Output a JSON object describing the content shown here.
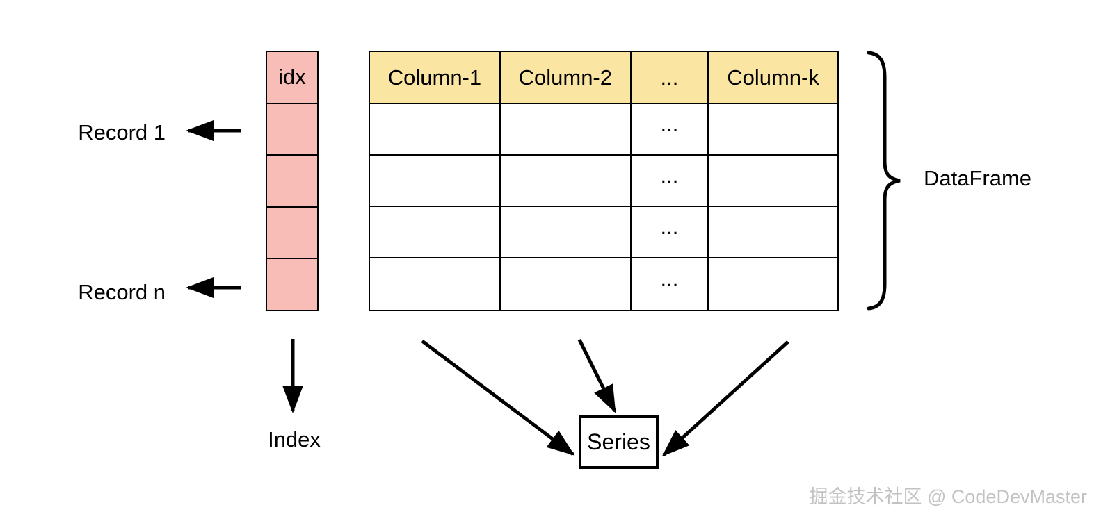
{
  "colors": {
    "index-fill": "#f9bdb7",
    "header-fill": "#fbe5a3",
    "line": "#000000",
    "watermark": "#c2c2c2"
  },
  "index_column": {
    "header": "idx",
    "cells": [
      "",
      "",
      "",
      ""
    ]
  },
  "table": {
    "headers": [
      "Column-1",
      "Column-2",
      "...",
      "Column-k"
    ],
    "rows": [
      [
        "",
        "",
        "...",
        ""
      ],
      [
        "",
        "",
        "...",
        ""
      ],
      [
        "",
        "",
        "...",
        ""
      ],
      [
        "",
        "",
        "...",
        ""
      ]
    ]
  },
  "labels": {
    "record_first": "Record 1",
    "record_last": "Record n",
    "index": "Index",
    "series": "Series",
    "dataframe": "DataFrame"
  },
  "watermark": "掘金技术社区 @ CodeDevMaster"
}
